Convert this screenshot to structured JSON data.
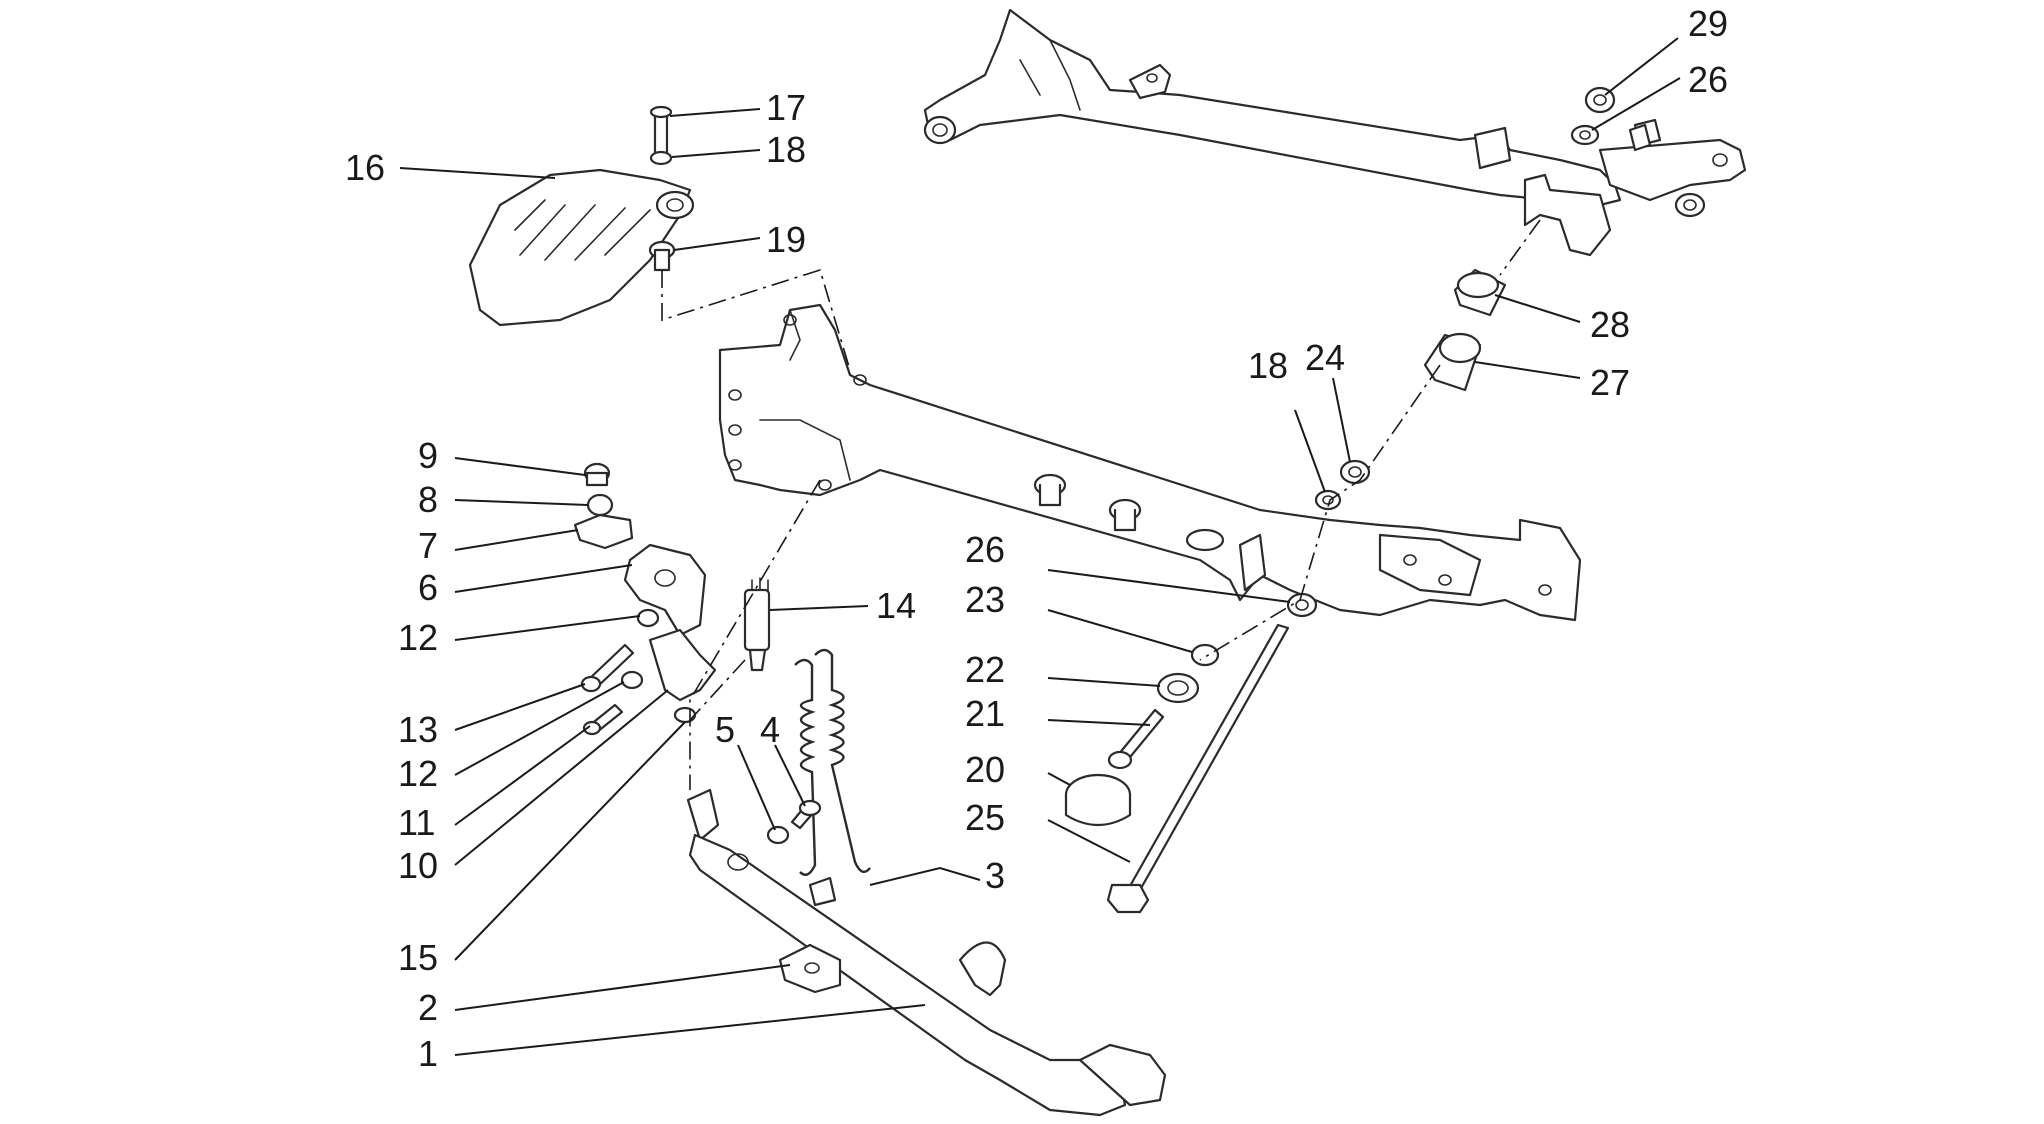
{
  "callouts": [
    {
      "label": "29"
    },
    {
      "label": "26"
    },
    {
      "label": "17"
    },
    {
      "label": "18"
    },
    {
      "label": "16"
    },
    {
      "label": "19"
    },
    {
      "label": "28"
    },
    {
      "label": "27"
    },
    {
      "label": "18"
    },
    {
      "label": "24"
    },
    {
      "label": "9"
    },
    {
      "label": "8"
    },
    {
      "label": "7"
    },
    {
      "label": "6"
    },
    {
      "label": "14"
    },
    {
      "label": "26"
    },
    {
      "label": "23"
    },
    {
      "label": "12"
    },
    {
      "label": "22"
    },
    {
      "label": "21"
    },
    {
      "label": "13"
    },
    {
      "label": "12"
    },
    {
      "label": "5"
    },
    {
      "label": "4"
    },
    {
      "label": "20"
    },
    {
      "label": "11"
    },
    {
      "label": "25"
    },
    {
      "label": "10"
    },
    {
      "label": "3"
    },
    {
      "label": "15"
    },
    {
      "label": "2"
    },
    {
      "label": "1"
    }
  ]
}
